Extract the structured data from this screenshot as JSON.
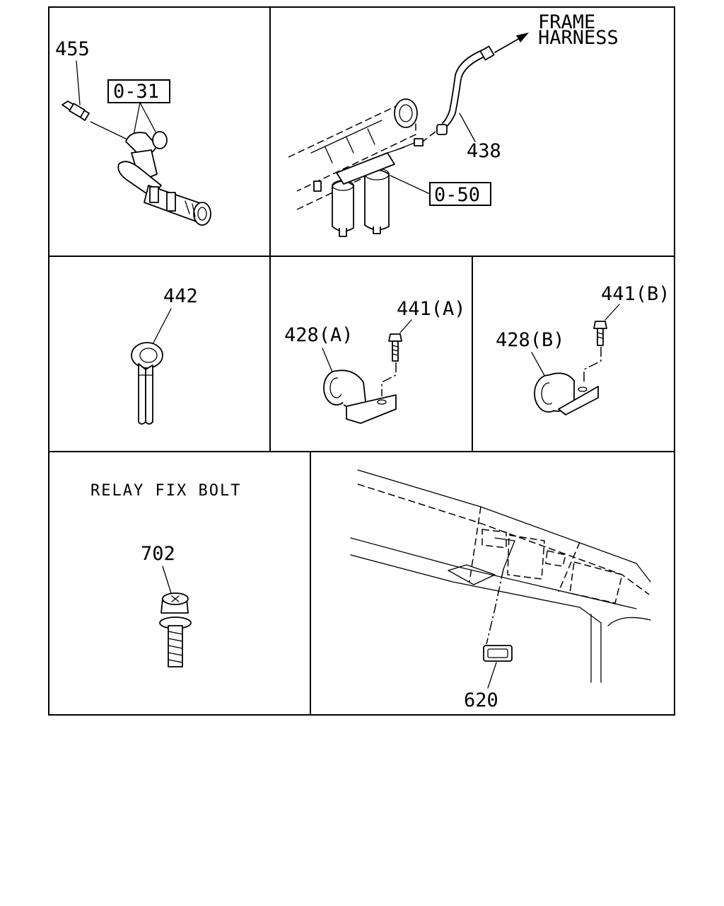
{
  "panels": {
    "sensor": {
      "part_label": "455",
      "ref_label": "0-31"
    },
    "fuel_filter": {
      "harness_label": [
        "FRAME",
        "HARNESS"
      ],
      "part_label": "438",
      "ref_label": "0-50"
    },
    "band": {
      "part_label": "442"
    },
    "clip_a": {
      "clip_label": "428(A)",
      "bolt_label": "441(A)"
    },
    "clip_b": {
      "clip_label": "428(B)",
      "bolt_label": "441(B)"
    },
    "relay_bolt": {
      "title": "RELAY FIX BOLT",
      "part_label": "702"
    },
    "roof": {
      "part_label": "620"
    }
  }
}
